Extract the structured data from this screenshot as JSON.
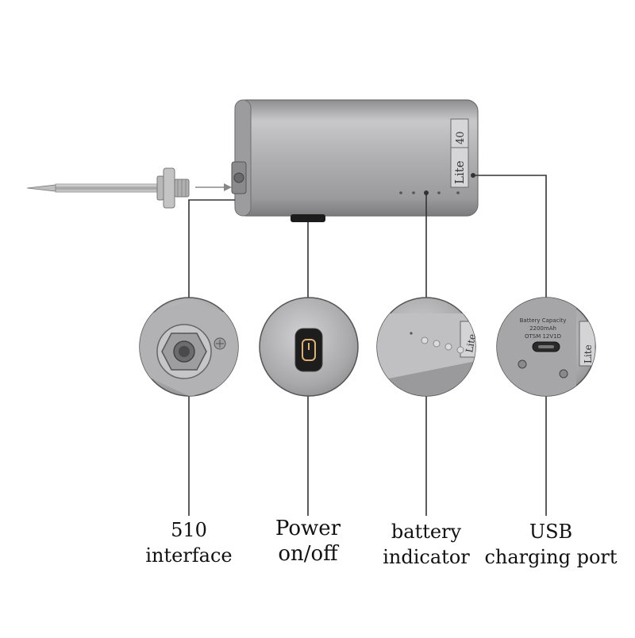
{
  "device": {
    "badge_brand": "Lite",
    "badge_model": "40"
  },
  "callouts": [
    {
      "id": "510-interface",
      "line1": "510",
      "line2": "interface"
    },
    {
      "id": "power",
      "line1": "Power",
      "line2": "on/off"
    },
    {
      "id": "battery",
      "line1": "battery",
      "line2": "indicator"
    },
    {
      "id": "usb",
      "line1": "USB",
      "line2": "charging port"
    }
  ],
  "detail_usb": {
    "label_brand": "Lite",
    "spec_lines": [
      "Battery Capacity",
      "2200mAh",
      "OTSM 12V1D"
    ]
  },
  "detail_battery": {
    "label_brand": "Lite"
  },
  "colors": {
    "body_silver": "#a9a9ab",
    "leader_line": "#333333",
    "text": "#111111"
  }
}
